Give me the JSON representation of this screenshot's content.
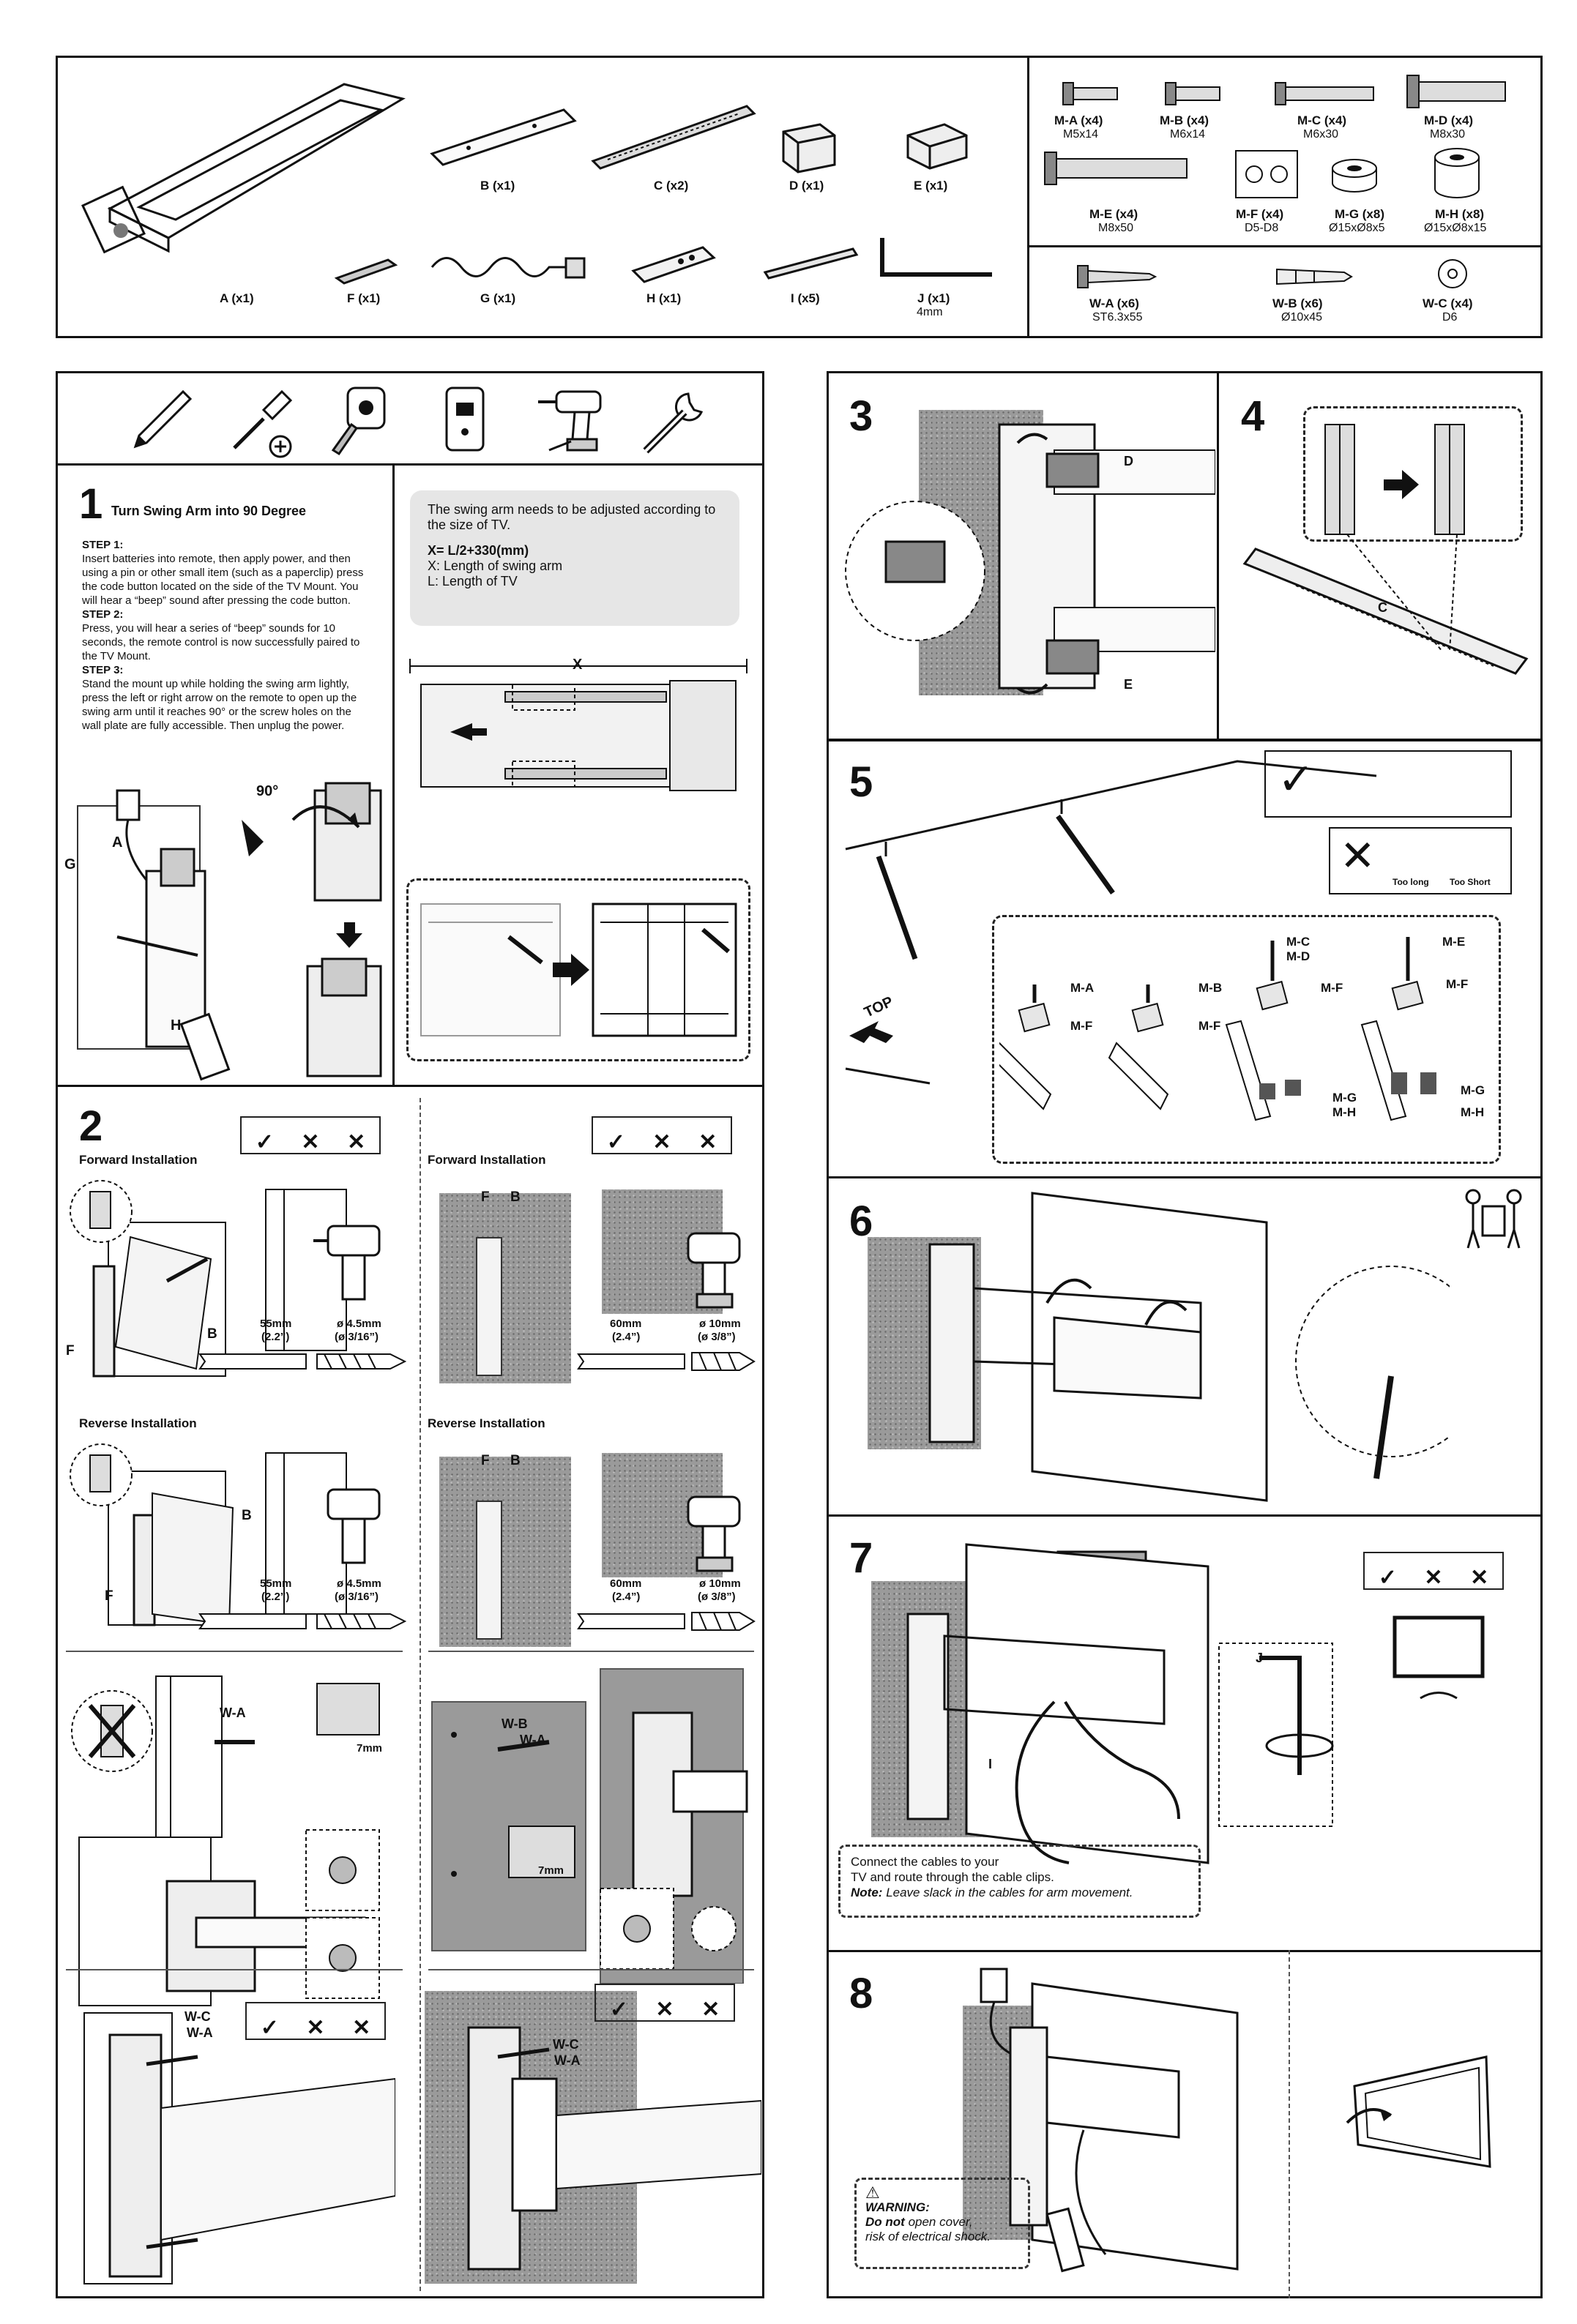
{
  "parts": {
    "items": [
      {
        "id": "A",
        "label": "A (x1)"
      },
      {
        "id": "B",
        "label": "B (x1)"
      },
      {
        "id": "C",
        "label": "C (x2)"
      },
      {
        "id": "D",
        "label": "D (x1)"
      },
      {
        "id": "E",
        "label": "E (x1)"
      },
      {
        "id": "F",
        "label": "F (x1)"
      },
      {
        "id": "G",
        "label": "G (x1)"
      },
      {
        "id": "H",
        "label": "H (x1)"
      },
      {
        "id": "I",
        "label": "I (x5)"
      },
      {
        "id": "J",
        "label": "J (x1)",
        "size": "4mm"
      }
    ]
  },
  "hardware": {
    "monitor_screws": [
      {
        "label": "M-A (x4)",
        "size": "M5x14"
      },
      {
        "label": "M-B (x4)",
        "size": "M6x14"
      },
      {
        "label": "M-C (x4)",
        "size": "M6x30"
      },
      {
        "label": "M-D (x4)",
        "size": "M8x30"
      },
      {
        "label": "M-E (x4)",
        "size": "M8x50"
      },
      {
        "label": "M-F (x4)",
        "size": "D5-D8"
      },
      {
        "label": "M-G (x8)",
        "size": "Ø15xØ8x5"
      },
      {
        "label": "M-H (x8)",
        "size": "Ø15xØ8x15"
      }
    ],
    "wall_screws": [
      {
        "label": "W-A (x6)",
        "size": "ST6.3x55"
      },
      {
        "label": "W-B (x6)",
        "size": "Ø10x45"
      },
      {
        "label": "W-C (x4)",
        "size": "D6"
      }
    ]
  },
  "step1": {
    "number": "1",
    "title": "Turn Swing Arm into 90 Degree",
    "s1_head": "STEP 1:",
    "s1_text": "Insert batteries into remote, then apply power, and then using a pin or other small item (such as a paperclip) press the code button located on the side of the TV Mount. You will hear a “beep” sound after pressing the code button.",
    "s2_head": "STEP 2:",
    "s2_text": "Press, you will hear a series of “beep” sounds for 10 seconds, the remote control is now successfully paired to the TV Mount.",
    "s3_head": "STEP 3:",
    "s3_text": "Stand the mount up while holding the swing arm lightly, press the left or right arrow on the remote to open up the swing arm until it reaches 90° or the screw holes on the wall plate are fully accessible. Then unplug the power.",
    "info_1": "The swing arm needs to be adjusted according to the size of TV.",
    "formula": "X= L/2+330(mm)",
    "info_x": "X: Length of swing arm",
    "info_l": "L:  Length of TV",
    "x_label": "X",
    "angle": "90°",
    "label_a": "A",
    "label_g": "G",
    "label_h": "H"
  },
  "step2": {
    "number": "2",
    "forward": "Forward Installation",
    "reverse": "Reverse Installation",
    "depth_wood": "55mm",
    "depth_wood_in": "(2.2”)",
    "bit_wood": "ø 4.5mm",
    "bit_wood_in": "(ø 3/16”)",
    "depth_conc": "60mm",
    "depth_conc_in": "(2.4”)",
    "bit_conc": "ø 10mm",
    "bit_conc_in": "(ø 3/8”)",
    "label_f": "F",
    "label_b": "B",
    "label_wa": "W-A",
    "label_wb": "W-B",
    "label_wc": "W-C",
    "gap": "7mm",
    "ok": "✓",
    "no": "✕"
  },
  "step3": {
    "number": "3",
    "label_d": "D",
    "label_e": "E"
  },
  "step4": {
    "number": "4",
    "label_c": "C"
  },
  "step5": {
    "number": "5",
    "top": "TOP",
    "too_long": "Too long",
    "too_short": "Too Short",
    "ma": "M-A",
    "mb": "M-B",
    "mc": "M-C",
    "md": "M-D",
    "me": "M-E",
    "mf": "M-F",
    "mg": "M-G",
    "mh": "M-H"
  },
  "step6": {
    "number": "6"
  },
  "step7": {
    "number": "7",
    "label_i": "I",
    "label_j": "J",
    "note_1": "Connect the cables to your",
    "note_2": "TV and route through the cable clips.",
    "note_bold": "Note:",
    "note_3": "Leave slack in the cables for arm movement."
  },
  "step8": {
    "number": "8",
    "warning_title": "WARNING:",
    "warning_bold": "Do not",
    "warning_1": "open cover,",
    "warning_2": "risk of electrical shock."
  }
}
